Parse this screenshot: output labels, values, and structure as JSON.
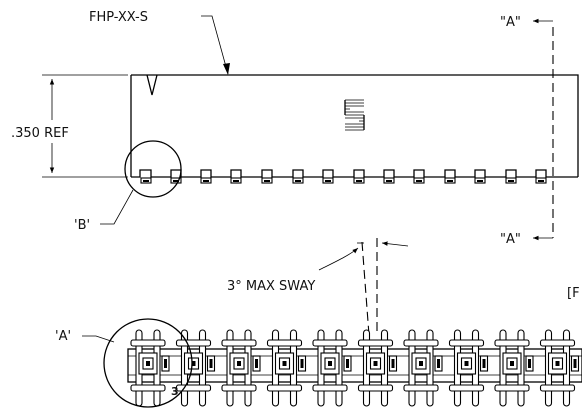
{
  "labels": {
    "part_number": "FHP-XX-S",
    "section_a_top": "\"A\"",
    "section_a_bottom": "\"A\"",
    "height_dim": ".350 REF",
    "detail_b": "'B'",
    "sway": "3° MAX SWAY",
    "detail_a": "'A'",
    "pin_mark": "3",
    "partial_bracket": "[F"
  },
  "colors": {
    "ink": "#000000",
    "paper": "#ffffff"
  },
  "icons": {
    "logo": "samtec-s-logo"
  }
}
